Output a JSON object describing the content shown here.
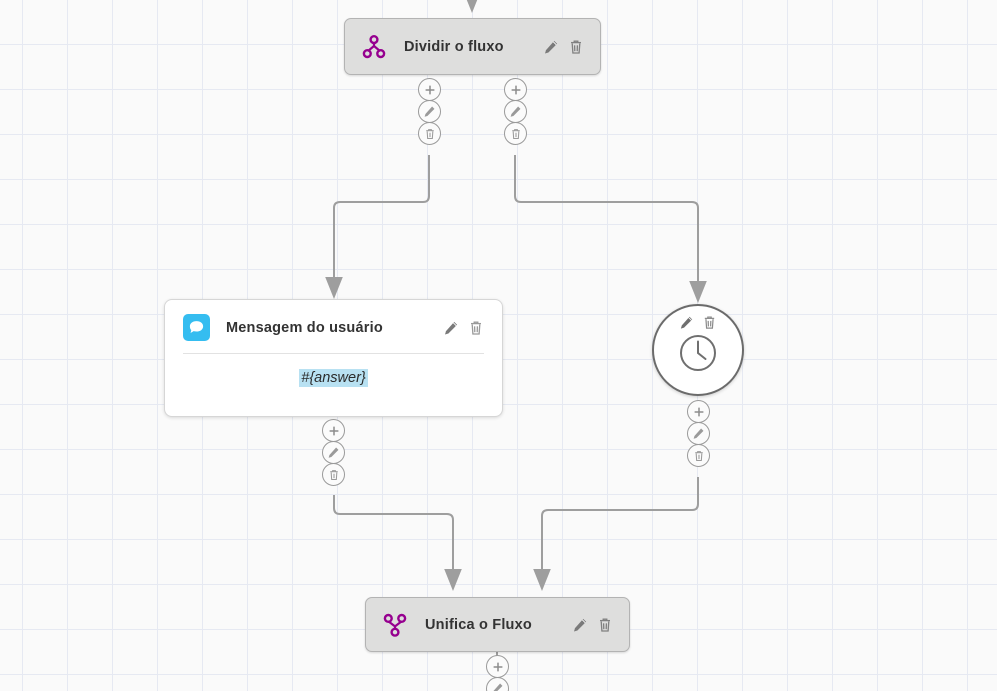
{
  "canvas": {
    "background_color": "#fafafa",
    "grid_color": "#e6e9f2",
    "grid_size": 45
  },
  "colors": {
    "node_grey_fill": "#dededd",
    "node_grey_border": "#b3b3b3",
    "node_white_fill": "#ffffff",
    "split_icon": "#96008f",
    "merge_icon": "#96008f",
    "message_badge": "#35bdf0",
    "variable_highlight": "#b8e1f2",
    "edge_line": "#9e9e9e",
    "handle_border": "#9a9a9a",
    "title_text": "#333333"
  },
  "nodes": {
    "split": {
      "title": "Dividir o fluxo",
      "icon": "split-flow-icon",
      "edit_label": "Editar",
      "delete_label": "Excluir"
    },
    "message": {
      "title": "Mensagem do usuário",
      "icon": "chat-bubble-icon",
      "variable": "#{answer}",
      "edit_label": "Editar",
      "delete_label": "Excluir"
    },
    "delay": {
      "icon": "clock-icon",
      "edit_label": "Editar",
      "delete_label": "Excluir"
    },
    "merge": {
      "title": "Unifica o Fluxo",
      "icon": "merge-flow-icon",
      "edit_label": "Editar",
      "delete_label": "Excluir"
    }
  },
  "handles": {
    "add_label": "Adicionar",
    "edit_label": "Editar",
    "delete_label": "Excluir"
  }
}
